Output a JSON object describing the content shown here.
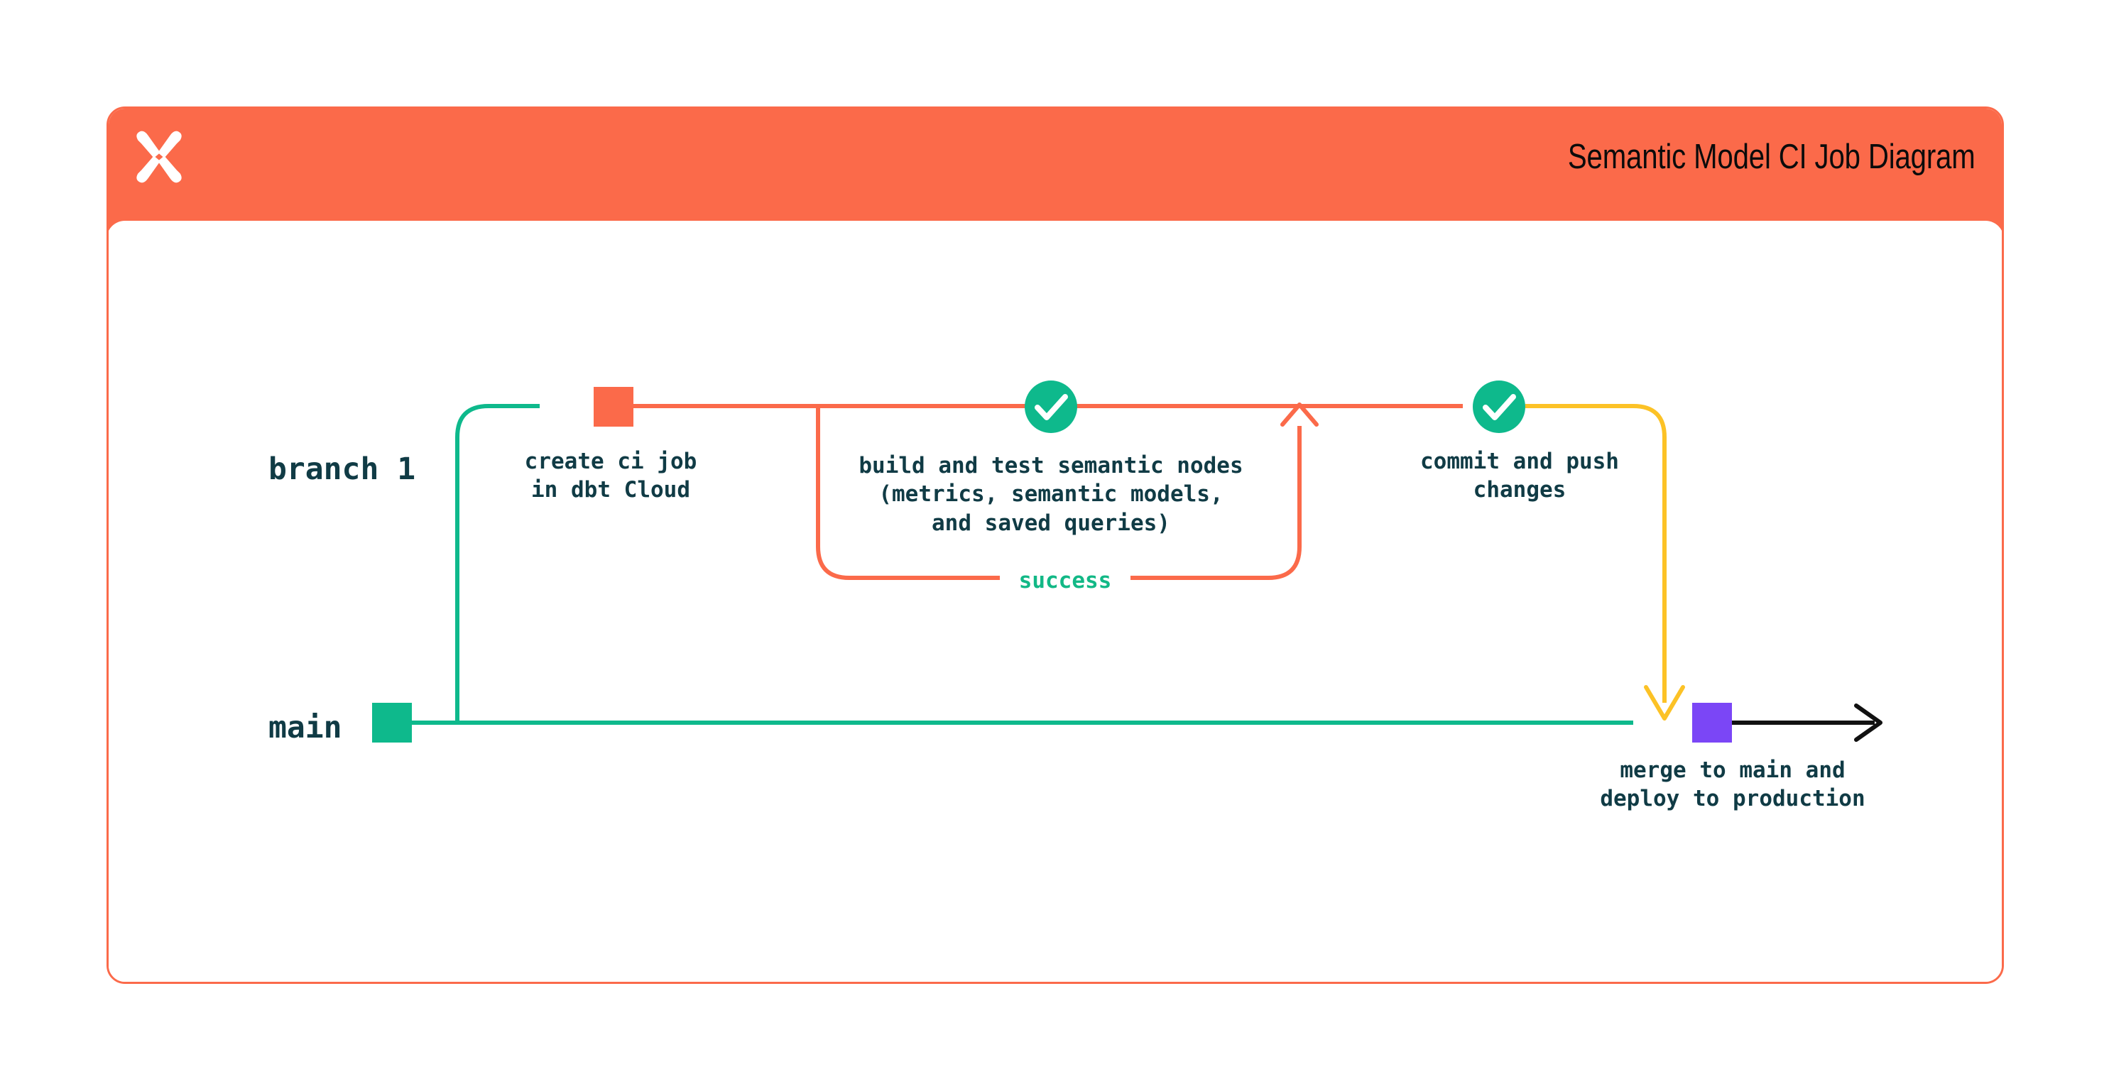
{
  "card": {
    "title": "Semantic Model CI Job Diagram",
    "logo_icon": "dbt-x-logo-icon",
    "header_color": "#FB6A4A",
    "border_color": "#FB6A4A",
    "background_color": "#FFFFFF"
  },
  "diagram": {
    "type": "git-branch-flow",
    "branches": [
      {
        "id": "branch1",
        "label": "branch 1",
        "line_color": "#FB6A4A",
        "y_axis": "upper"
      },
      {
        "id": "main",
        "label": "main",
        "line_color": "#0EB98C",
        "y_axis": "lower"
      }
    ],
    "nodes": [
      {
        "id": "create-ci-job",
        "branch": "branch1",
        "marker": "square",
        "marker_color": "#FB6A4A",
        "label": "create ci job\nin dbt Cloud"
      },
      {
        "id": "build-and-test",
        "branch": "branch1",
        "marker": "check-circle",
        "marker_color": "#0EB98C",
        "label": "build and test semantic nodes\n(metrics, semantic models,\nand saved queries)"
      },
      {
        "id": "commit-and-push",
        "branch": "branch1",
        "marker": "check-circle",
        "marker_color": "#0EB98C",
        "label": "commit and push\nchanges"
      },
      {
        "id": "merge-to-main",
        "branch": "main",
        "marker": "square",
        "marker_color": "#7B46F6",
        "label": "merge to main and\ndeploy to production"
      }
    ],
    "edges": [
      {
        "id": "success-loop",
        "label": "success",
        "label_color": "#12B886",
        "line_color": "#FB6A4A",
        "direction": "loop-back-up"
      },
      {
        "id": "merge-edge",
        "line_color": "#FCC226",
        "direction": "down-into-main"
      },
      {
        "id": "main-continues",
        "line_color": "#111111",
        "direction": "right"
      }
    ],
    "colors": {
      "coral": "#FB6A4A",
      "green": "#0EB98C",
      "green_text": "#12B886",
      "yellow": "#FCC226",
      "purple": "#7B46F6",
      "ink": "#103B45",
      "black": "#111111"
    }
  }
}
